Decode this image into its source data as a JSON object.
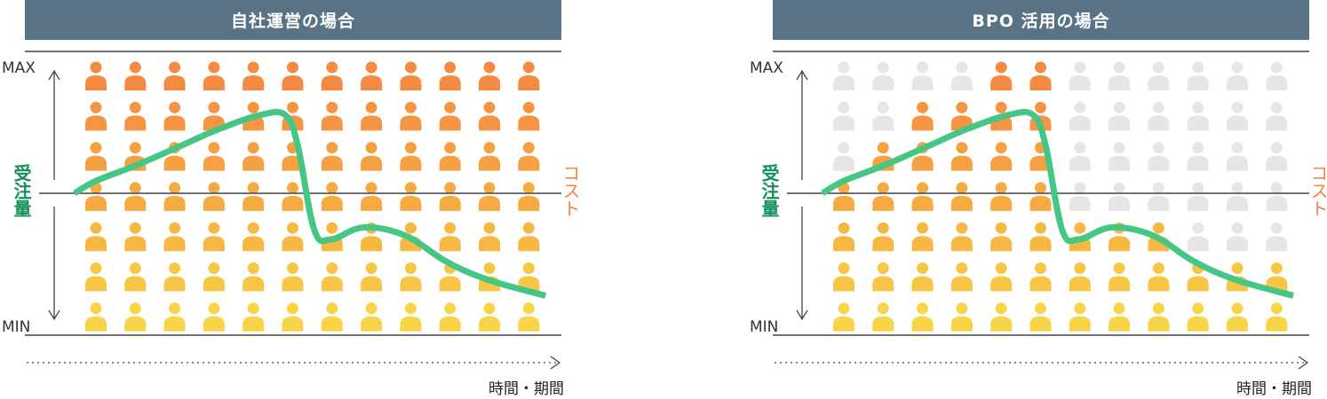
{
  "colors": {
    "header_bg": "#587385",
    "header_text": "#ffffff",
    "line": "#45c684",
    "axis": "#444444",
    "inactive": "#e6e6e6",
    "order_label": "#14905a",
    "cost_label": "#f5853f",
    "row_colors": [
      "#f58a42",
      "#f59443",
      "#f5a143",
      "#f6ab42",
      "#f6b843",
      "#f7c646",
      "#f8d448"
    ]
  },
  "chart_data": [
    {
      "type": "line",
      "title": "自社運営の場合",
      "xlabel": "時間・期間",
      "ylabel_left": "受注量",
      "ylabel_right": "コスト",
      "y_max_label": "MAX",
      "y_min_label": "MIN",
      "grid": false,
      "figure_grid": {
        "columns": 12,
        "rows": 7,
        "active_per_column": [
          7,
          7,
          7,
          7,
          7,
          7,
          7,
          7,
          7,
          7,
          7,
          7
        ],
        "description": "cost shown as person icons; all staffed at max"
      },
      "series": [
        {
          "name": "受注量",
          "x": [
            0,
            0.5,
            1.5,
            2.5,
            3.5,
            4.5,
            5.1,
            5.4,
            5.8,
            6.2,
            7.0,
            8.0,
            9.0,
            10.0,
            11.4
          ],
          "y": [
            0.0,
            0.3,
            0.7,
            1.15,
            1.6,
            1.95,
            1.95,
            1.2,
            -0.9,
            -1.15,
            -0.85,
            -1.05,
            -1.7,
            -2.15,
            -2.55
          ]
        }
      ],
      "ylim": [
        -3.5,
        3.5
      ]
    },
    {
      "type": "line",
      "title": "BPO 活用の場合",
      "xlabel": "時間・期間",
      "ylabel_left": "受注量",
      "ylabel_right": "コスト",
      "y_max_label": "MAX",
      "y_min_label": "MIN",
      "grid": false,
      "figure_grid": {
        "columns": 12,
        "rows": 7,
        "active_per_column": [
          4,
          5,
          6,
          6,
          7,
          7,
          3,
          3,
          3,
          2,
          2,
          2
        ],
        "description": "cost shown as person icons; staff scaled to demand"
      },
      "series": [
        {
          "name": "受注量",
          "x": [
            0,
            0.5,
            1.5,
            2.5,
            3.5,
            4.5,
            5.1,
            5.4,
            5.8,
            6.2,
            7.0,
            8.0,
            9.0,
            10.0,
            11.4
          ],
          "y": [
            0.0,
            0.3,
            0.7,
            1.15,
            1.6,
            1.95,
            1.95,
            1.2,
            -0.9,
            -1.15,
            -0.85,
            -1.05,
            -1.7,
            -2.15,
            -2.55
          ]
        }
      ],
      "ylim": [
        -3.5,
        3.5
      ]
    }
  ]
}
